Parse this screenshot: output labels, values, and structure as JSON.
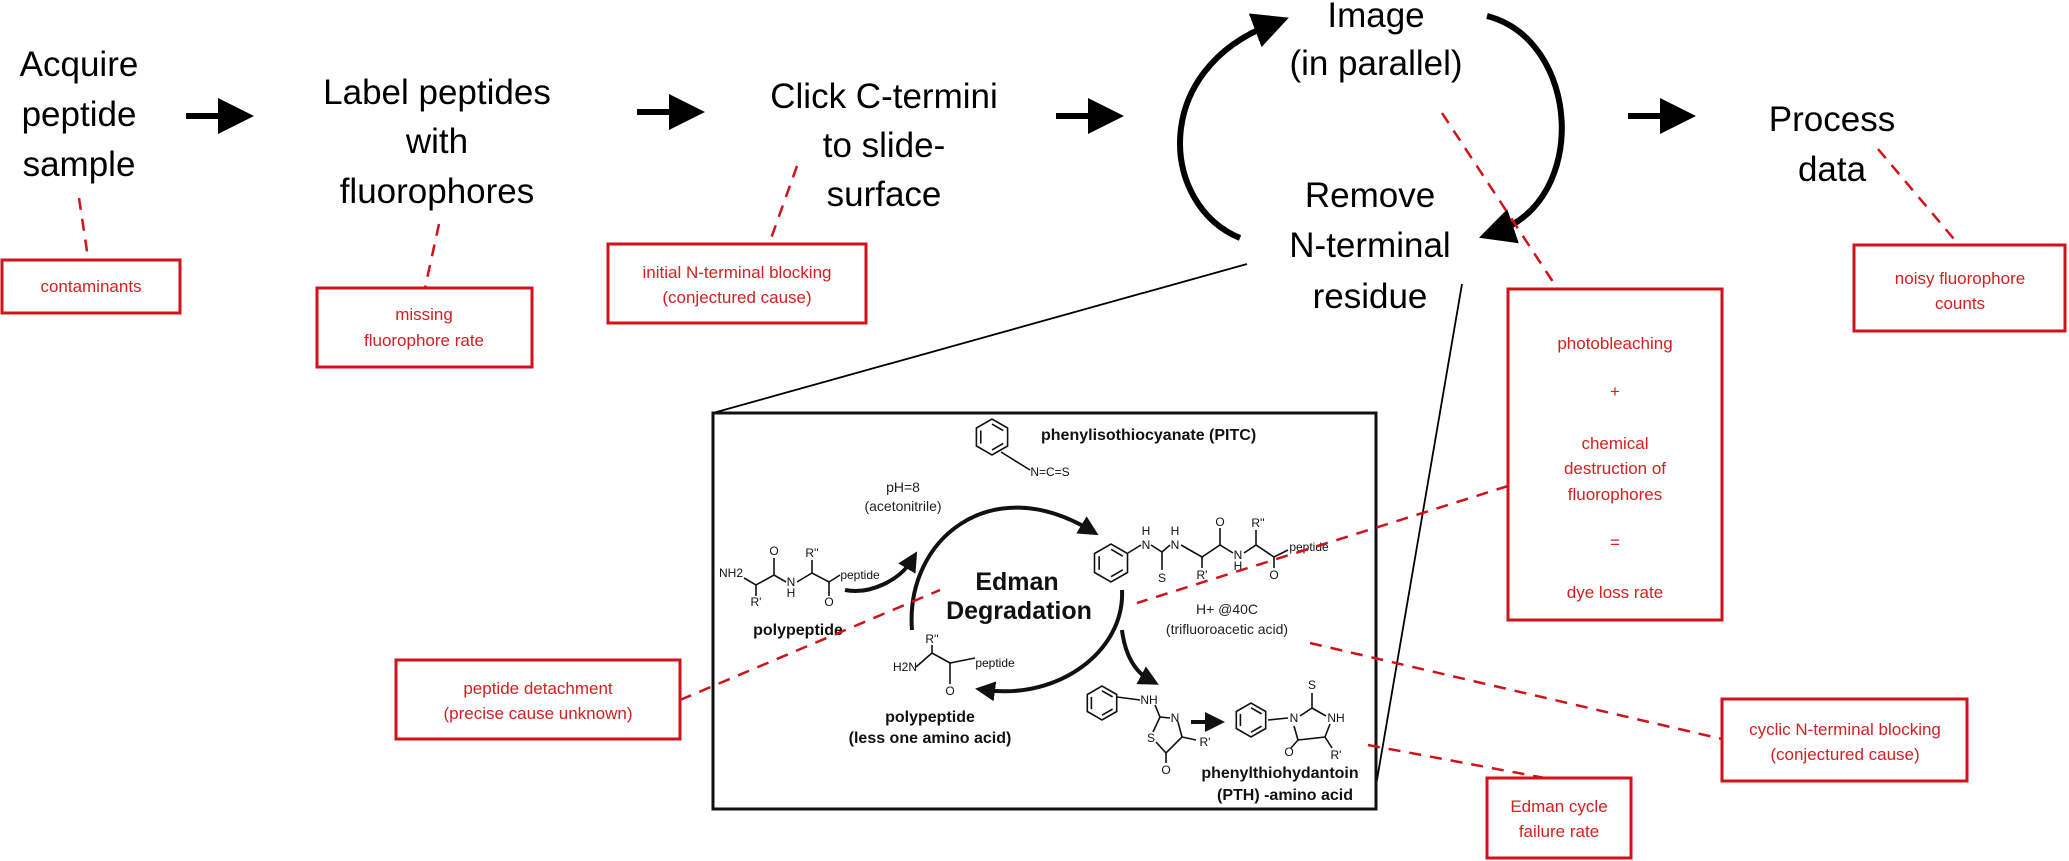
{
  "steps": {
    "acquire": [
      "Acquire",
      "peptide",
      "sample"
    ],
    "label": [
      "Label peptides",
      "with",
      "fluorophores"
    ],
    "click": [
      "Click C-termini",
      "to slide-",
      "surface"
    ],
    "image": [
      "Image",
      "(in parallel)"
    ],
    "remove": [
      "Remove",
      "N-terminal",
      "residue"
    ],
    "process": [
      "Process",
      "data"
    ]
  },
  "notes": {
    "contaminants": [
      "contaminants"
    ],
    "missing": [
      "missing",
      "fluorophore rate"
    ],
    "initial_blocking": [
      "initial N-terminal blocking",
      "(conjectured cause)"
    ],
    "dye_loss": [
      "photobleaching",
      "+",
      "chemical",
      "destruction of",
      "fluorophores",
      "=",
      "dye loss rate"
    ],
    "noisy": [
      "noisy fluorophore",
      "counts"
    ],
    "detachment": [
      "peptide detachment",
      "(precise cause unknown)"
    ],
    "cyclic_blocking": [
      "cyclic N-terminal blocking",
      "(conjectured cause)"
    ],
    "edman_failure": [
      "Edman cycle",
      "failure rate"
    ]
  },
  "edman": {
    "title": [
      "Edman",
      "Degradation"
    ],
    "pitc": "phenylisothiocyanate (PITC)",
    "ncs": "N=C=S",
    "condition1": [
      "pH=8",
      "(acetonitrile)"
    ],
    "condition2": [
      "H+ @40C",
      "(trifluoroacetic acid)"
    ],
    "polypeptide": "polypeptide",
    "polypeptide_less": [
      "polypeptide",
      "(less one amino acid)"
    ],
    "pth": [
      "phenylthiohydantoin",
      "(PTH) -amino acid"
    ],
    "atoms": [
      "NH2",
      "O",
      "N",
      "H",
      "R''",
      "O",
      "peptide",
      "R'",
      "N",
      "H",
      "S",
      "N",
      "H",
      "R'",
      "O",
      "N",
      "H",
      "R''",
      "O",
      "peptide",
      "R''",
      "H2N",
      "O",
      "peptide",
      "NH",
      "N",
      "S",
      "R'",
      "O",
      "S",
      "N",
      "NH",
      "O",
      "R'"
    ]
  },
  "colors": {
    "annotation": "#d0121b",
    "text": "#000000"
  }
}
